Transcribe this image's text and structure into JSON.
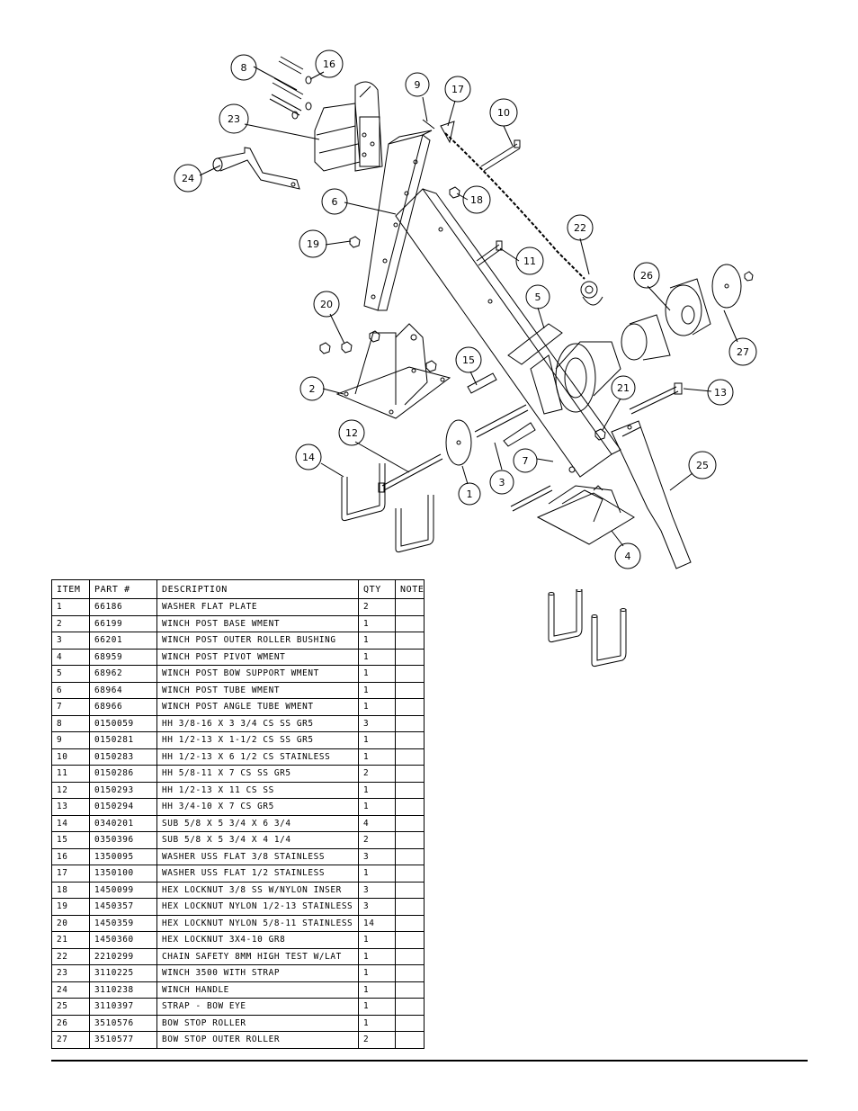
{
  "table": {
    "headers": [
      "ITEM",
      "PART #",
      "DESCRIPTION",
      "QTY",
      "NOTE"
    ],
    "rows": [
      {
        "item": "1",
        "part": "66186",
        "desc": "WASHER FLAT PLATE",
        "qty": "2",
        "note": ""
      },
      {
        "item": "2",
        "part": "66199",
        "desc": "WINCH POST BASE WMENT",
        "qty": "1",
        "note": ""
      },
      {
        "item": "3",
        "part": "66201",
        "desc": "WINCH POST OUTER ROLLER BUSHING",
        "qty": "1",
        "note": ""
      },
      {
        "item": "4",
        "part": "68959",
        "desc": "WINCH POST PIVOT WMENT",
        "qty": "1",
        "note": ""
      },
      {
        "item": "5",
        "part": "68962",
        "desc": "WINCH POST BOW SUPPORT WMENT",
        "qty": "1",
        "note": ""
      },
      {
        "item": "6",
        "part": "68964",
        "desc": "WINCH POST TUBE WMENT",
        "qty": "1",
        "note": ""
      },
      {
        "item": "7",
        "part": "68966",
        "desc": "WINCH POST ANGLE TUBE WMENT",
        "qty": "1",
        "note": ""
      },
      {
        "item": "8",
        "part": "0150059",
        "desc": "HH 3/8-16 X 3 3/4 CS SS GR5",
        "qty": "3",
        "note": ""
      },
      {
        "item": "9",
        "part": "0150281",
        "desc": "HH 1/2-13 X 1-1/2 CS SS GR5",
        "qty": "1",
        "note": ""
      },
      {
        "item": "10",
        "part": "0150283",
        "desc": "HH 1/2-13 X 6 1/2 CS STAINLESS",
        "qty": "1",
        "note": ""
      },
      {
        "item": "11",
        "part": "0150286",
        "desc": "HH 5/8-11 X 7 CS SS GR5",
        "qty": "2",
        "note": ""
      },
      {
        "item": "12",
        "part": "0150293",
        "desc": "HH 1/2-13 X 11 CS SS",
        "qty": "1",
        "note": ""
      },
      {
        "item": "13",
        "part": "0150294",
        "desc": "HH 3/4-10 X 7 CS GR5",
        "qty": "1",
        "note": ""
      },
      {
        "item": "14",
        "part": "0340201",
        "desc": "SUB 5/8 X 5 3/4 X 6 3/4",
        "qty": "4",
        "note": ""
      },
      {
        "item": "15",
        "part": "0350396",
        "desc": "SUB 5/8 X 5 3/4 X 4 1/4",
        "qty": "2",
        "note": ""
      },
      {
        "item": "16",
        "part": "1350095",
        "desc": "WASHER USS FLAT 3/8 STAINLESS",
        "qty": "3",
        "note": ""
      },
      {
        "item": "17",
        "part": "1350100",
        "desc": "WASHER USS FLAT 1/2 STAINLESS",
        "qty": "1",
        "note": ""
      },
      {
        "item": "18",
        "part": "1450099",
        "desc": "HEX LOCKNUT 3/8 SS W/NYLON INSER",
        "qty": "3",
        "note": ""
      },
      {
        "item": "19",
        "part": "1450357",
        "desc": "HEX LOCKNUT NYLON 1/2-13 STAINLESS",
        "qty": "3",
        "note": ""
      },
      {
        "item": "20",
        "part": "1450359",
        "desc": "HEX LOCKNUT NYLON 5/8-11 STAINLESS",
        "qty": "14",
        "note": ""
      },
      {
        "item": "21",
        "part": "1450360",
        "desc": "HEX LOCKNUT 3X4-10 GR8",
        "qty": "1",
        "note": ""
      },
      {
        "item": "22",
        "part": "2210299",
        "desc": "CHAIN SAFETY 8MM HIGH TEST W/LAT",
        "qty": "1",
        "note": ""
      },
      {
        "item": "23",
        "part": "3110225",
        "desc": "WINCH 3500 WITH STRAP",
        "qty": "1",
        "note": ""
      },
      {
        "item": "24",
        "part": "3110238",
        "desc": "WINCH HANDLE",
        "qty": "1",
        "note": ""
      },
      {
        "item": "25",
        "part": "3110397",
        "desc": "STRAP - BOW EYE",
        "qty": "1",
        "note": ""
      },
      {
        "item": "26",
        "part": "3510576",
        "desc": "BOW STOP ROLLER",
        "qty": "1",
        "note": ""
      },
      {
        "item": "27",
        "part": "3510577",
        "desc": "BOW STOP OUTER ROLLER",
        "qty": "2",
        "note": ""
      }
    ]
  },
  "balloons": [
    "8",
    "16",
    "23",
    "24",
    "9",
    "17",
    "10",
    "6",
    "18",
    "19",
    "22",
    "11",
    "20",
    "26",
    "5",
    "27",
    "2",
    "15",
    "21",
    "13",
    "12",
    "14",
    "7",
    "25",
    "1",
    "3",
    "4"
  ]
}
